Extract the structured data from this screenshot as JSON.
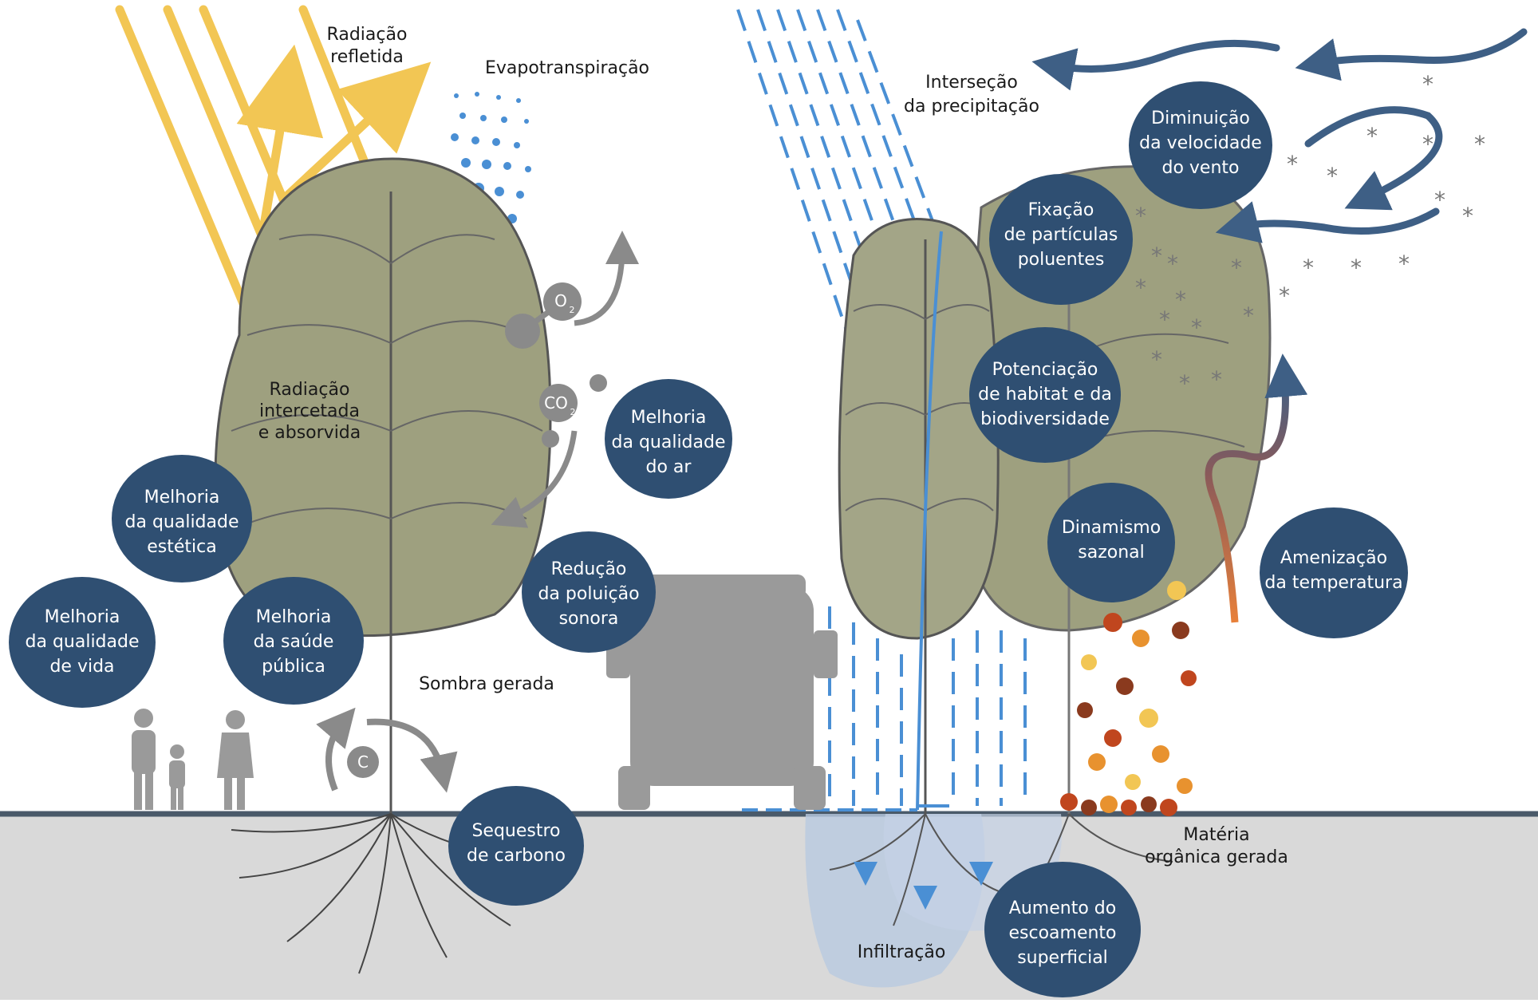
{
  "colors": {
    "bubble": "#2f4f72",
    "canopy": "#9ea07f",
    "sun": "#f2c654",
    "rain": "#4a8fd4",
    "ground": "#d9d9d9",
    "ground_line": "#4a5a6a",
    "gray_icon": "#8a8a8a",
    "wind": "#3e5f85"
  },
  "labels": {
    "reflected": [
      "Radiação",
      "refletida"
    ],
    "evapo": "Evapotranspiração",
    "intercepted": [
      "Radiação",
      "intercetada",
      "e absorvida"
    ],
    "shade": "Sombra gerada",
    "precip": [
      "Interseção",
      "da precipitação"
    ],
    "organic": [
      "Matéria",
      "orgânica gerada"
    ],
    "infiltration": "Infiltração"
  },
  "chem": {
    "o2": "O",
    "o2_sub": "2",
    "co2": "CO",
    "co2_sub": "2",
    "carbon": "C"
  },
  "bubbles": {
    "aesthetic": [
      "Melhoria",
      "da qualidade",
      "estética"
    ],
    "life": [
      "Melhoria",
      "da qualidade",
      "de vida"
    ],
    "health": [
      "Melhoria",
      "da saúde",
      "pública"
    ],
    "air": [
      "Melhoria",
      "da qualidade",
      "do ar"
    ],
    "noise": [
      "Redução",
      "da poluição",
      "sonora"
    ],
    "carbon": [
      "Sequestro",
      "de carbono"
    ],
    "particles": [
      "Fixação",
      "de partículas",
      "poluentes"
    ],
    "wind": [
      "Diminuição",
      "da velocidade",
      "do vento"
    ],
    "habitat": [
      "Potenciação",
      "de habitat e da",
      "biodiversidade"
    ],
    "seasonal": [
      "Dinamismo",
      "sazonal"
    ],
    "temperature": [
      "Amenização",
      "da temperatura"
    ],
    "runoff": [
      "Aumento do",
      "escoamento",
      "superficial"
    ]
  }
}
